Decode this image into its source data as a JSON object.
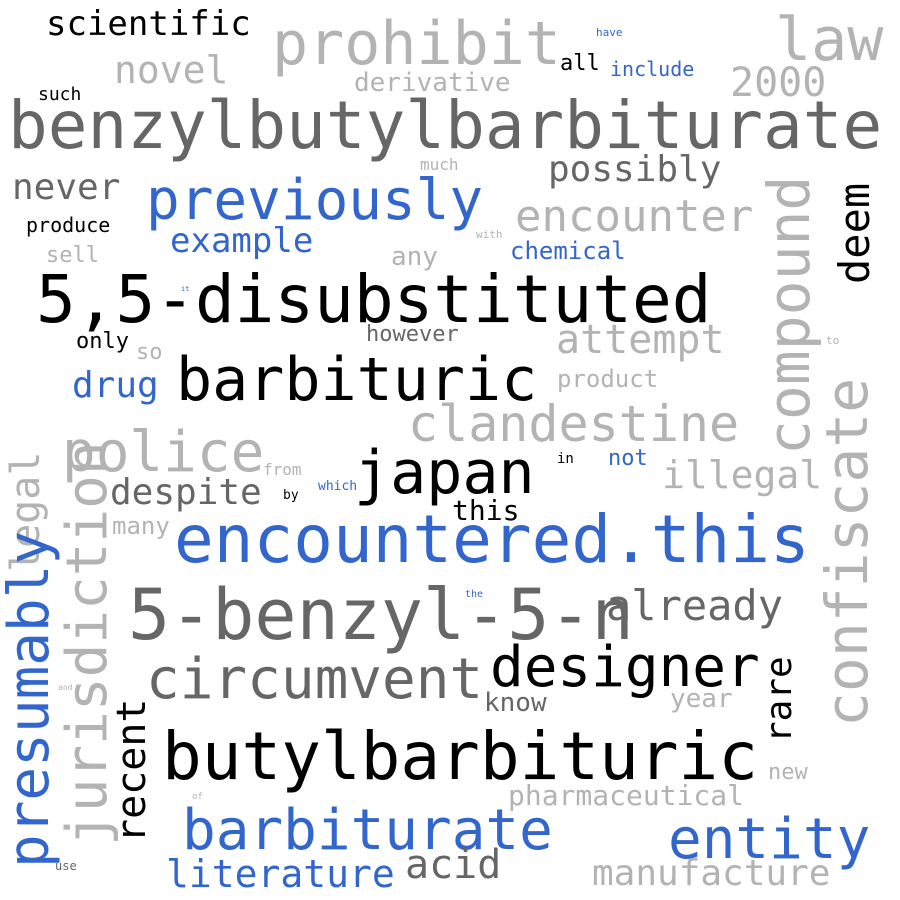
{
  "colors": {
    "black": "#000000",
    "dark_gray": "#666666",
    "light_gray": "#b3b3b3",
    "blue": "#3366cc",
    "background": "#ffffff"
  },
  "words": {
    "scientific": "scientific",
    "prohibit": "prohibit",
    "law": "law",
    "novel": "novel",
    "derivative": "derivative",
    "have": "have",
    "all": "all",
    "include": "include",
    "n2000": "2000",
    "such": "such",
    "benzylbutylbarbiturate": "benzylbutylbarbiturate",
    "much": "much",
    "never": "never",
    "previously": "previously",
    "possibly": "possibly",
    "encounter": "encounter",
    "compound": "compound",
    "deem": "deem",
    "produce": "produce",
    "example": "example",
    "with": "with",
    "chemical": "chemical",
    "sell": "sell",
    "any": "any",
    "disubstituted": "5,5-disubstituted",
    "it": "it",
    "however": "however",
    "attempt": "attempt",
    "to": "to",
    "only": "only",
    "so": "so",
    "barbituric": "barbituric",
    "drug": "drug",
    "product": "product",
    "clandestine": "clandestine",
    "confiscate": "confiscate",
    "police": "police",
    "japan": "japan",
    "in": "in",
    "not": "not",
    "from": "from",
    "illegal": "illegal",
    "legal": "legal",
    "despite": "despite",
    "by": "by",
    "which": "which",
    "this": "this",
    "many": "many",
    "jurisdiction": "jurisdiction",
    "encountered_this": "encountered.this",
    "presumably": "presumably",
    "the": "the",
    "benzyl_n": "5-benzyl-5-n",
    "already": "already",
    "designer": "designer",
    "rare": "rare",
    "circumvent": "circumvent",
    "and": "and",
    "know": "know",
    "year": "year",
    "recent": "recent",
    "butylbarbituric": "butylbarbituric",
    "new": "new",
    "of": "of",
    "pharmaceutical": "pharmaceutical",
    "barbiturate": "barbiturate",
    "entity": "entity",
    "use": "use",
    "literature": "literature",
    "acid": "acid",
    "manufacture": "manufacture"
  }
}
